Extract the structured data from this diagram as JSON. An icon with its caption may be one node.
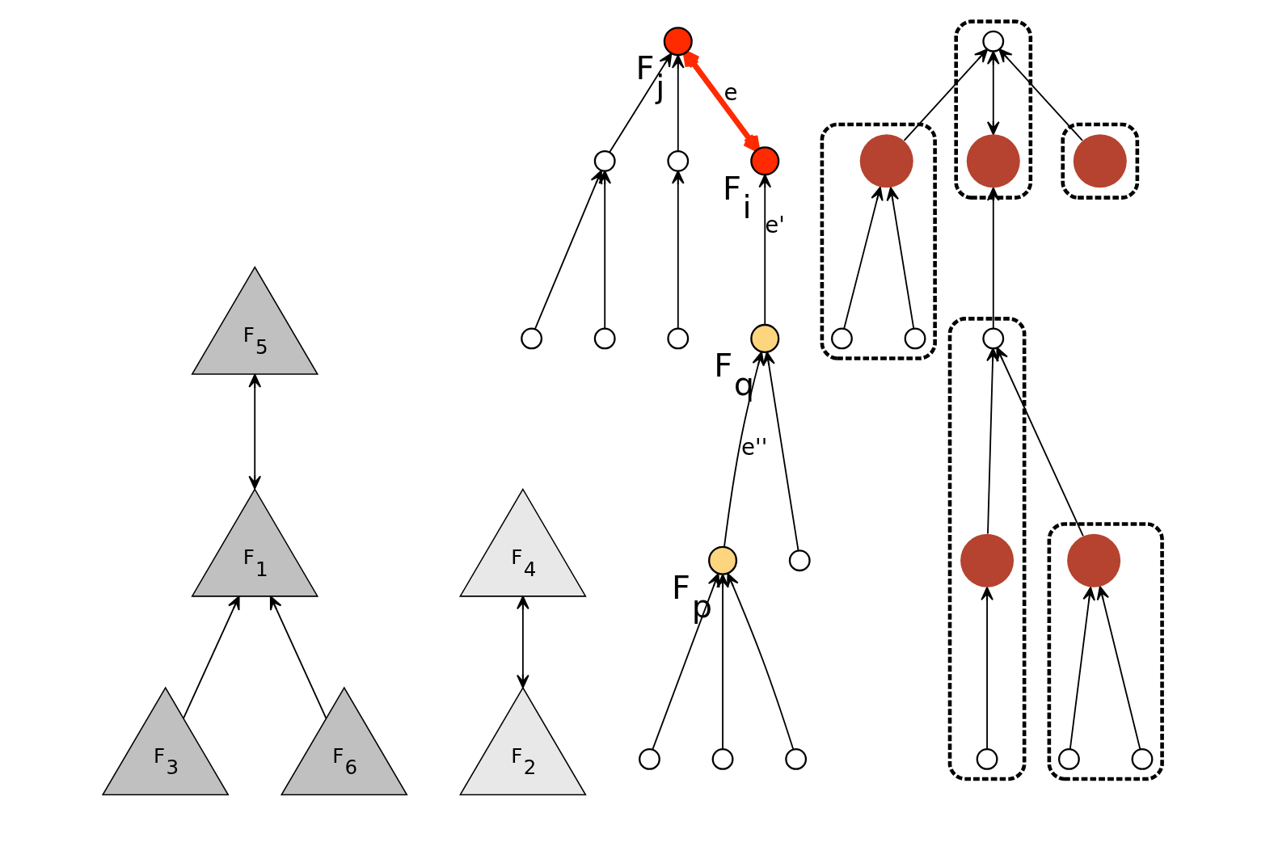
{
  "diagram": {
    "nodes": [
      {
        "text": [
          "F$_{3}$"
        ]
      },
      {
        "text": [
          "F$_{1}$"
        ]
      },
      {
        "text": [
          "F$_{5}$"
        ]
      },
      {
        "text": [
          "F$_{6}$"
        ]
      },
      {
        "text": [
          "F$_{2}$"
        ]
      },
      {
        "text": [
          "F$_{4}$"
        ]
      },
      {
        "text": [],
        "shape": "circle",
        "beside": [
          "F$_{i}$"
        ]
      },
      {
        "text": [],
        "shape": "circle",
        "beside": [
          "F$_{j}$"
        ]
      },
      {
        "text": [],
        "shape": "circle",
        "beside": [
          "F$_{q}$"
        ]
      },
      {
        "text": [],
        "shape": "circle",
        "beside": [
          "F$_{p}$"
        ]
      },
      {
        "text": [],
        "shape": "circle"
      },
      {
        "text": [],
        "shape": "circle"
      },
      {
        "text": [],
        "shape": "circle"
      },
      {
        "text": [],
        "shape": "circle"
      },
      {
        "text": [],
        "shape": "circle"
      },
      {
        "text": [],
        "shape": "circle"
      },
      {
        "text": [],
        "shape": "circle"
      },
      {
        "text": [],
        "shape": "circle"
      },
      {
        "text": [],
        "shape": "circle"
      },
      {
        "text": [],
        "shape": "ellipse"
      },
      {
        "text": [],
        "shape": "circle",
        "in": 19
      },
      {
        "text": [],
        "shape": "circle",
        "in": 19
      },
      {
        "text": [],
        "shape": "ellipse"
      },
      {
        "text": [],
        "shape": "circle",
        "in": 22
      },
      {
        "text": [],
        "shape": "circle",
        "in": 22
      },
      {
        "text": [],
        "shape": "circle",
        "in": 22
      },
      {
        "text": [],
        "shape": "ellipse"
      },
      {
        "text": [],
        "shape": "circle",
        "in": 26
      },
      {
        "text": [],
        "shape": "circle",
        "in": 26
      },
      {
        "text": [],
        "shape": "circle",
        "in": 26
      },
      {
        "text": [],
        "shape": "ellipse"
      },
      {
        "text": [],
        "shape": "circle",
        "in": 30
      },
      {
        "text": [],
        "shape": "circle",
        "in": 30
      },
      {
        "text": [],
        "shape": "circle",
        "in": 30
      },
      {
        "text": [],
        "shape": "ellipse"
      },
      {
        "text": [],
        "shape": "circle",
        "in": 34
      }
    ],
    "edges": [
      {
        "from": 0,
        "to": 1,
        "arrow": "to"
      },
      {
        "from": 3,
        "to": 1,
        "arrow": "to"
      },
      {
        "from": 1,
        "to": 2,
        "arrow": "both"
      },
      {
        "from": 4,
        "to": 5,
        "arrow": "both"
      },
      {
        "from": 6,
        "to": 7,
        "arrow": "both",
        "label": "e",
        "style": "thick",
        "color": "#ff2a00"
      },
      {
        "from": 8,
        "to": 6,
        "arrow": "to",
        "label": "e'"
      },
      {
        "from": 9,
        "to": 8,
        "arrow": "to",
        "label": "e''"
      },
      {
        "from": 10,
        "to": 8,
        "arrow": "to"
      },
      {
        "from": 11,
        "to": 7,
        "arrow": "to"
      },
      {
        "from": 12,
        "to": 7,
        "arrow": "to"
      },
      {
        "from": 13,
        "to": 9,
        "arrow": "to"
      },
      {
        "from": 14,
        "to": 9,
        "arrow": "to"
      },
      {
        "from": 15,
        "to": 9,
        "arrow": "to"
      },
      {
        "from": 16,
        "to": 11,
        "arrow": "to"
      },
      {
        "from": 17,
        "to": 11,
        "arrow": "to"
      },
      {
        "from": 18,
        "to": 12,
        "arrow": "to"
      },
      {
        "from": 20,
        "to": 21,
        "arrow": "both"
      },
      {
        "from": 27,
        "to": 20,
        "arrow": "to"
      },
      {
        "from": 23,
        "to": 27,
        "arrow": "to"
      },
      {
        "from": 28,
        "to": 27,
        "arrow": "to"
      },
      {
        "from": 24,
        "to": 23,
        "arrow": "to"
      },
      {
        "from": 25,
        "to": 23,
        "arrow": "to"
      },
      {
        "from": 29,
        "to": 28,
        "arrow": "to"
      },
      {
        "from": 31,
        "to": 21,
        "arrow": "to"
      },
      {
        "from": 35,
        "to": 21,
        "arrow": "to"
      },
      {
        "from": 32,
        "to": 31,
        "arrow": "to"
      },
      {
        "from": 33,
        "to": 31,
        "arrow": "to"
      }
    ]
  }
}
